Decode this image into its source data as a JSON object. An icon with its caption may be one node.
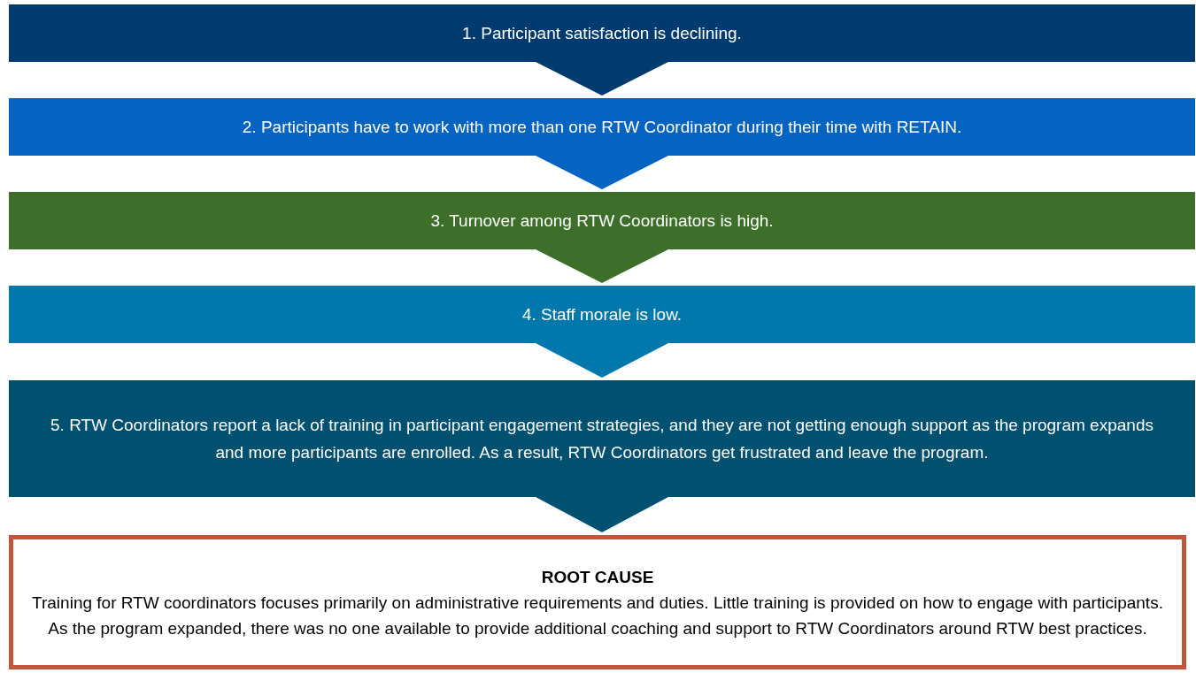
{
  "diagram": {
    "nodes": [
      {
        "text": [
          "1. Participant satisfaction is declining."
        ]
      },
      {
        "text": [
          "2. Participants have to work with more than one RTW Coordinator during their time with RETAIN."
        ]
      },
      {
        "text": [
          "3. Turnover among RTW Coordinators is high."
        ]
      },
      {
        "text": [
          "4. Staff morale is low."
        ]
      },
      {
        "text": [
          "5. RTW Coordinators report a lack of training in participant engagement strategies, and they are not getting enough support as the program expands and more participants are enrolled. As a result, RTW Coordinators get frustrated and leave the program."
        ]
      },
      {
        "text": [
          "ROOT CAUSE",
          "Training for RTW coordinators focuses primarily on administrative requirements and duties. Little training is provided on how to engage with participants. As the program expanded, there was no one available to provide additional coaching and support to RTW Coordinators around RTW best practices."
        ]
      }
    ],
    "edges": [
      {
        "from": 0,
        "to": 1,
        "arrow": "to",
        "color": "#003b6f"
      },
      {
        "from": 1,
        "to": 2,
        "arrow": "to",
        "color": "#0563c1"
      },
      {
        "from": 2,
        "to": 3,
        "arrow": "to",
        "color": "#3e6f2a"
      },
      {
        "from": 3,
        "to": 4,
        "arrow": "to",
        "color": "#0078ab"
      },
      {
        "from": 4,
        "to": 5,
        "arrow": "to",
        "color": "#00506f"
      }
    ]
  }
}
